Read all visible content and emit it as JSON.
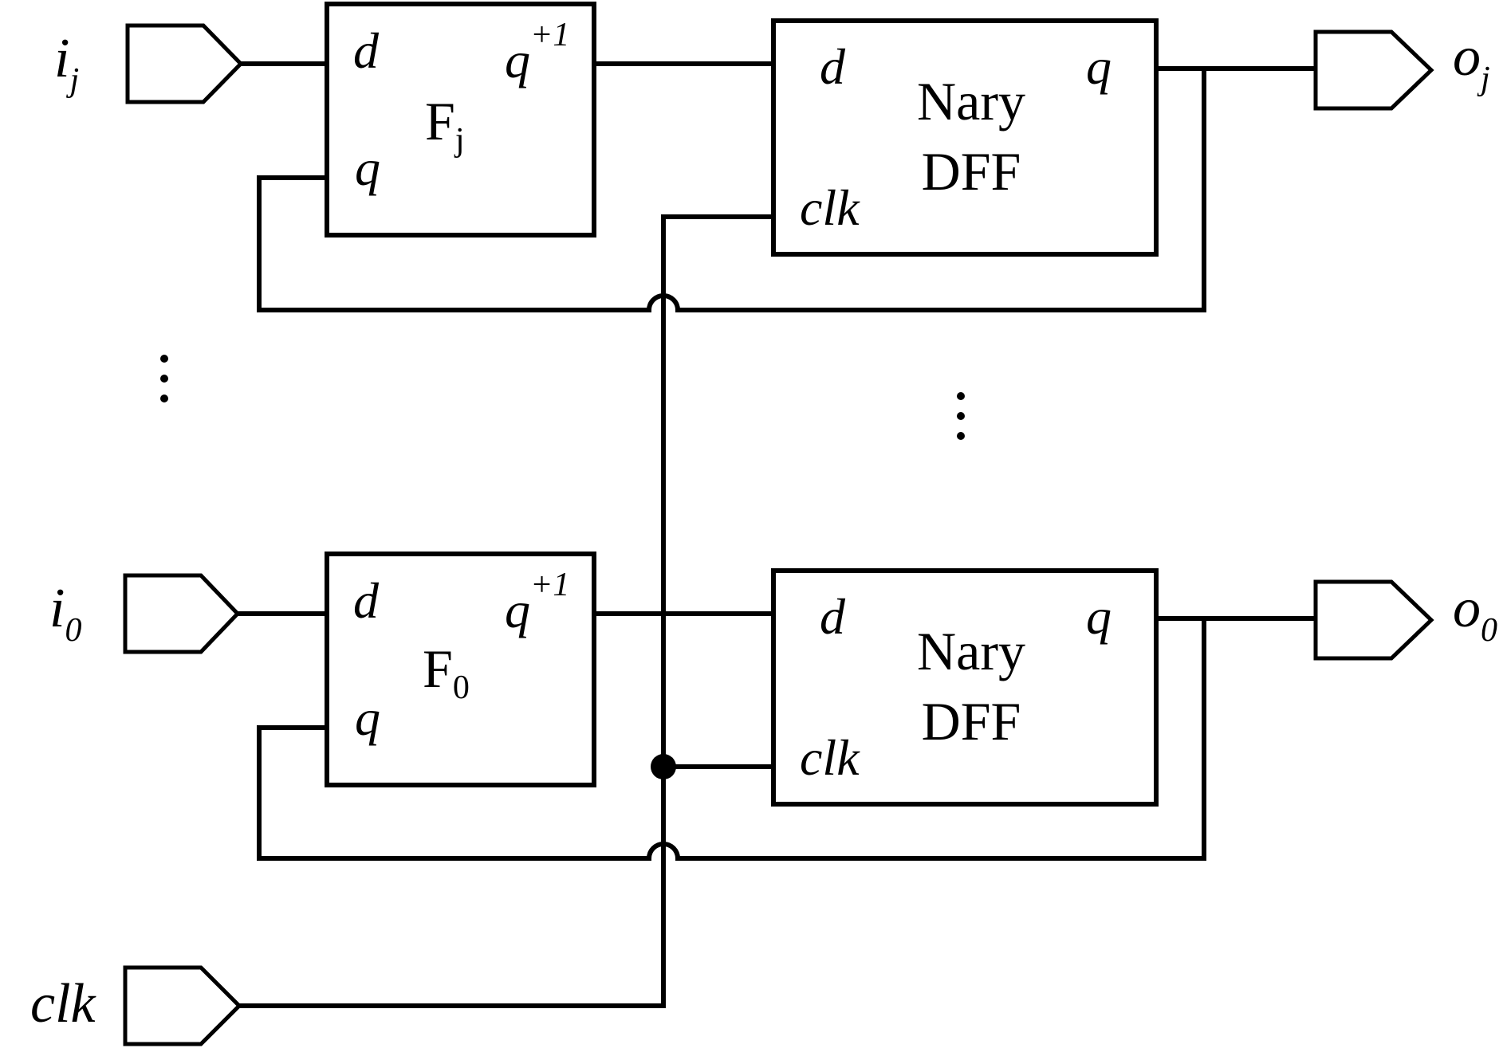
{
  "inputs": {
    "ij": {
      "base": "i",
      "sub": "j"
    },
    "i0": {
      "base": "i",
      "sub": "0"
    },
    "clk": "clk"
  },
  "outputs": {
    "oj": {
      "base": "o",
      "sub": "j"
    },
    "o0": {
      "base": "o",
      "sub": "0"
    }
  },
  "f_blocks": {
    "fj": {
      "name": "F",
      "sub": "j",
      "pin_d": "d",
      "pin_q_out": "q",
      "pin_q_out_sup": "+1",
      "pin_q_in": "q"
    },
    "f0": {
      "name": "F",
      "sub": "0",
      "pin_d": "d",
      "pin_q_out": "q",
      "pin_q_out_sup": "+1",
      "pin_q_in": "q"
    }
  },
  "dff_blocks": {
    "dffj": {
      "line1": "Nary",
      "line2": "DFF",
      "pin_d": "d",
      "pin_q": "q",
      "pin_clk": "clk"
    },
    "dff0": {
      "line1": "Nary",
      "line2": "DFF",
      "pin_d": "d",
      "pin_q": "q",
      "pin_clk": "clk"
    }
  },
  "ellipsis": "⋮"
}
